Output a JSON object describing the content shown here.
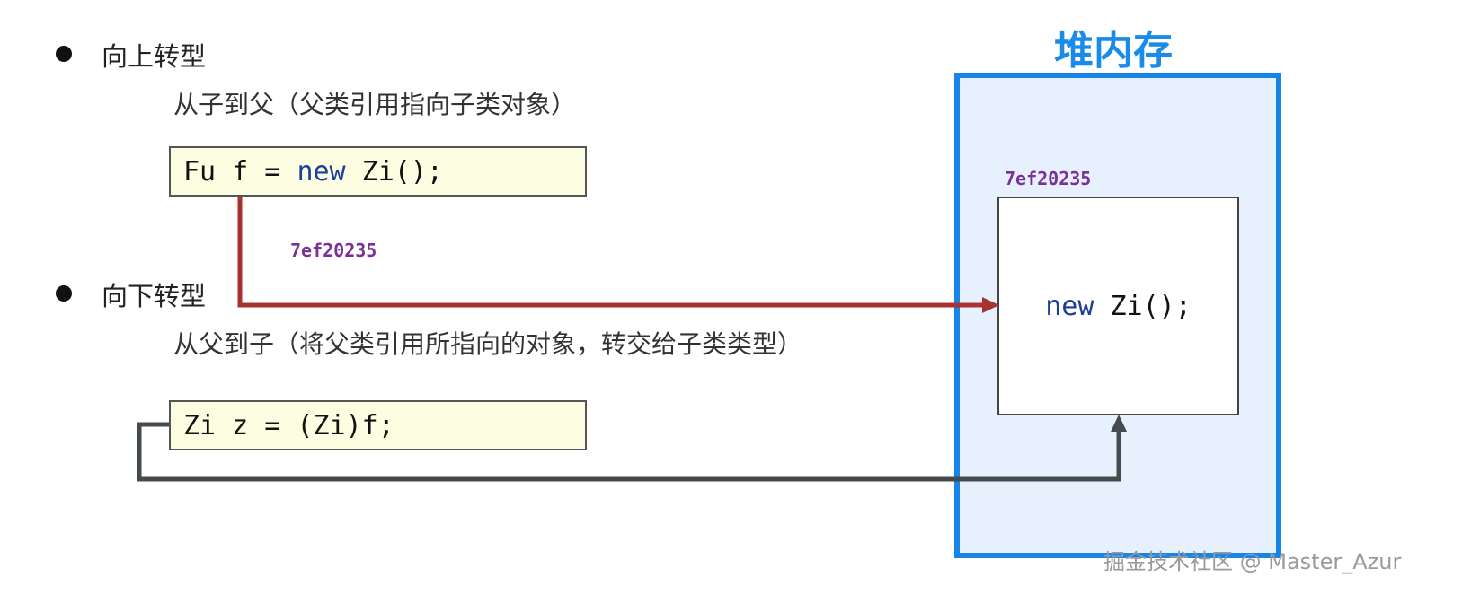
{
  "upcast": {
    "heading": "向上转型",
    "description": "从子到父（父类引用指向子类对象）",
    "code": {
      "type": "Fu",
      "rest": " f = ",
      "keyword": "new",
      "call": " Zi();"
    },
    "address_label": "7ef20235"
  },
  "downcast": {
    "heading": "向下转型",
    "description": "从父到子（将父类引用所指向的对象，转交给子类类型）",
    "code": "Zi z = (Zi)f;"
  },
  "heap": {
    "title": "堆内存",
    "address_label": "7ef20235",
    "object": {
      "keyword": "new",
      "call": " Zi();"
    }
  },
  "watermark": "掘金技术社区 @ Master_Azur",
  "colors": {
    "upcast_arrow": "#a83232",
    "downcast_arrow": "#444a4d",
    "heap_border": "#1785e8",
    "heap_fill": "#e6f1fd",
    "address": "#7a2f9a",
    "keyword": "#1b3f9b"
  }
}
